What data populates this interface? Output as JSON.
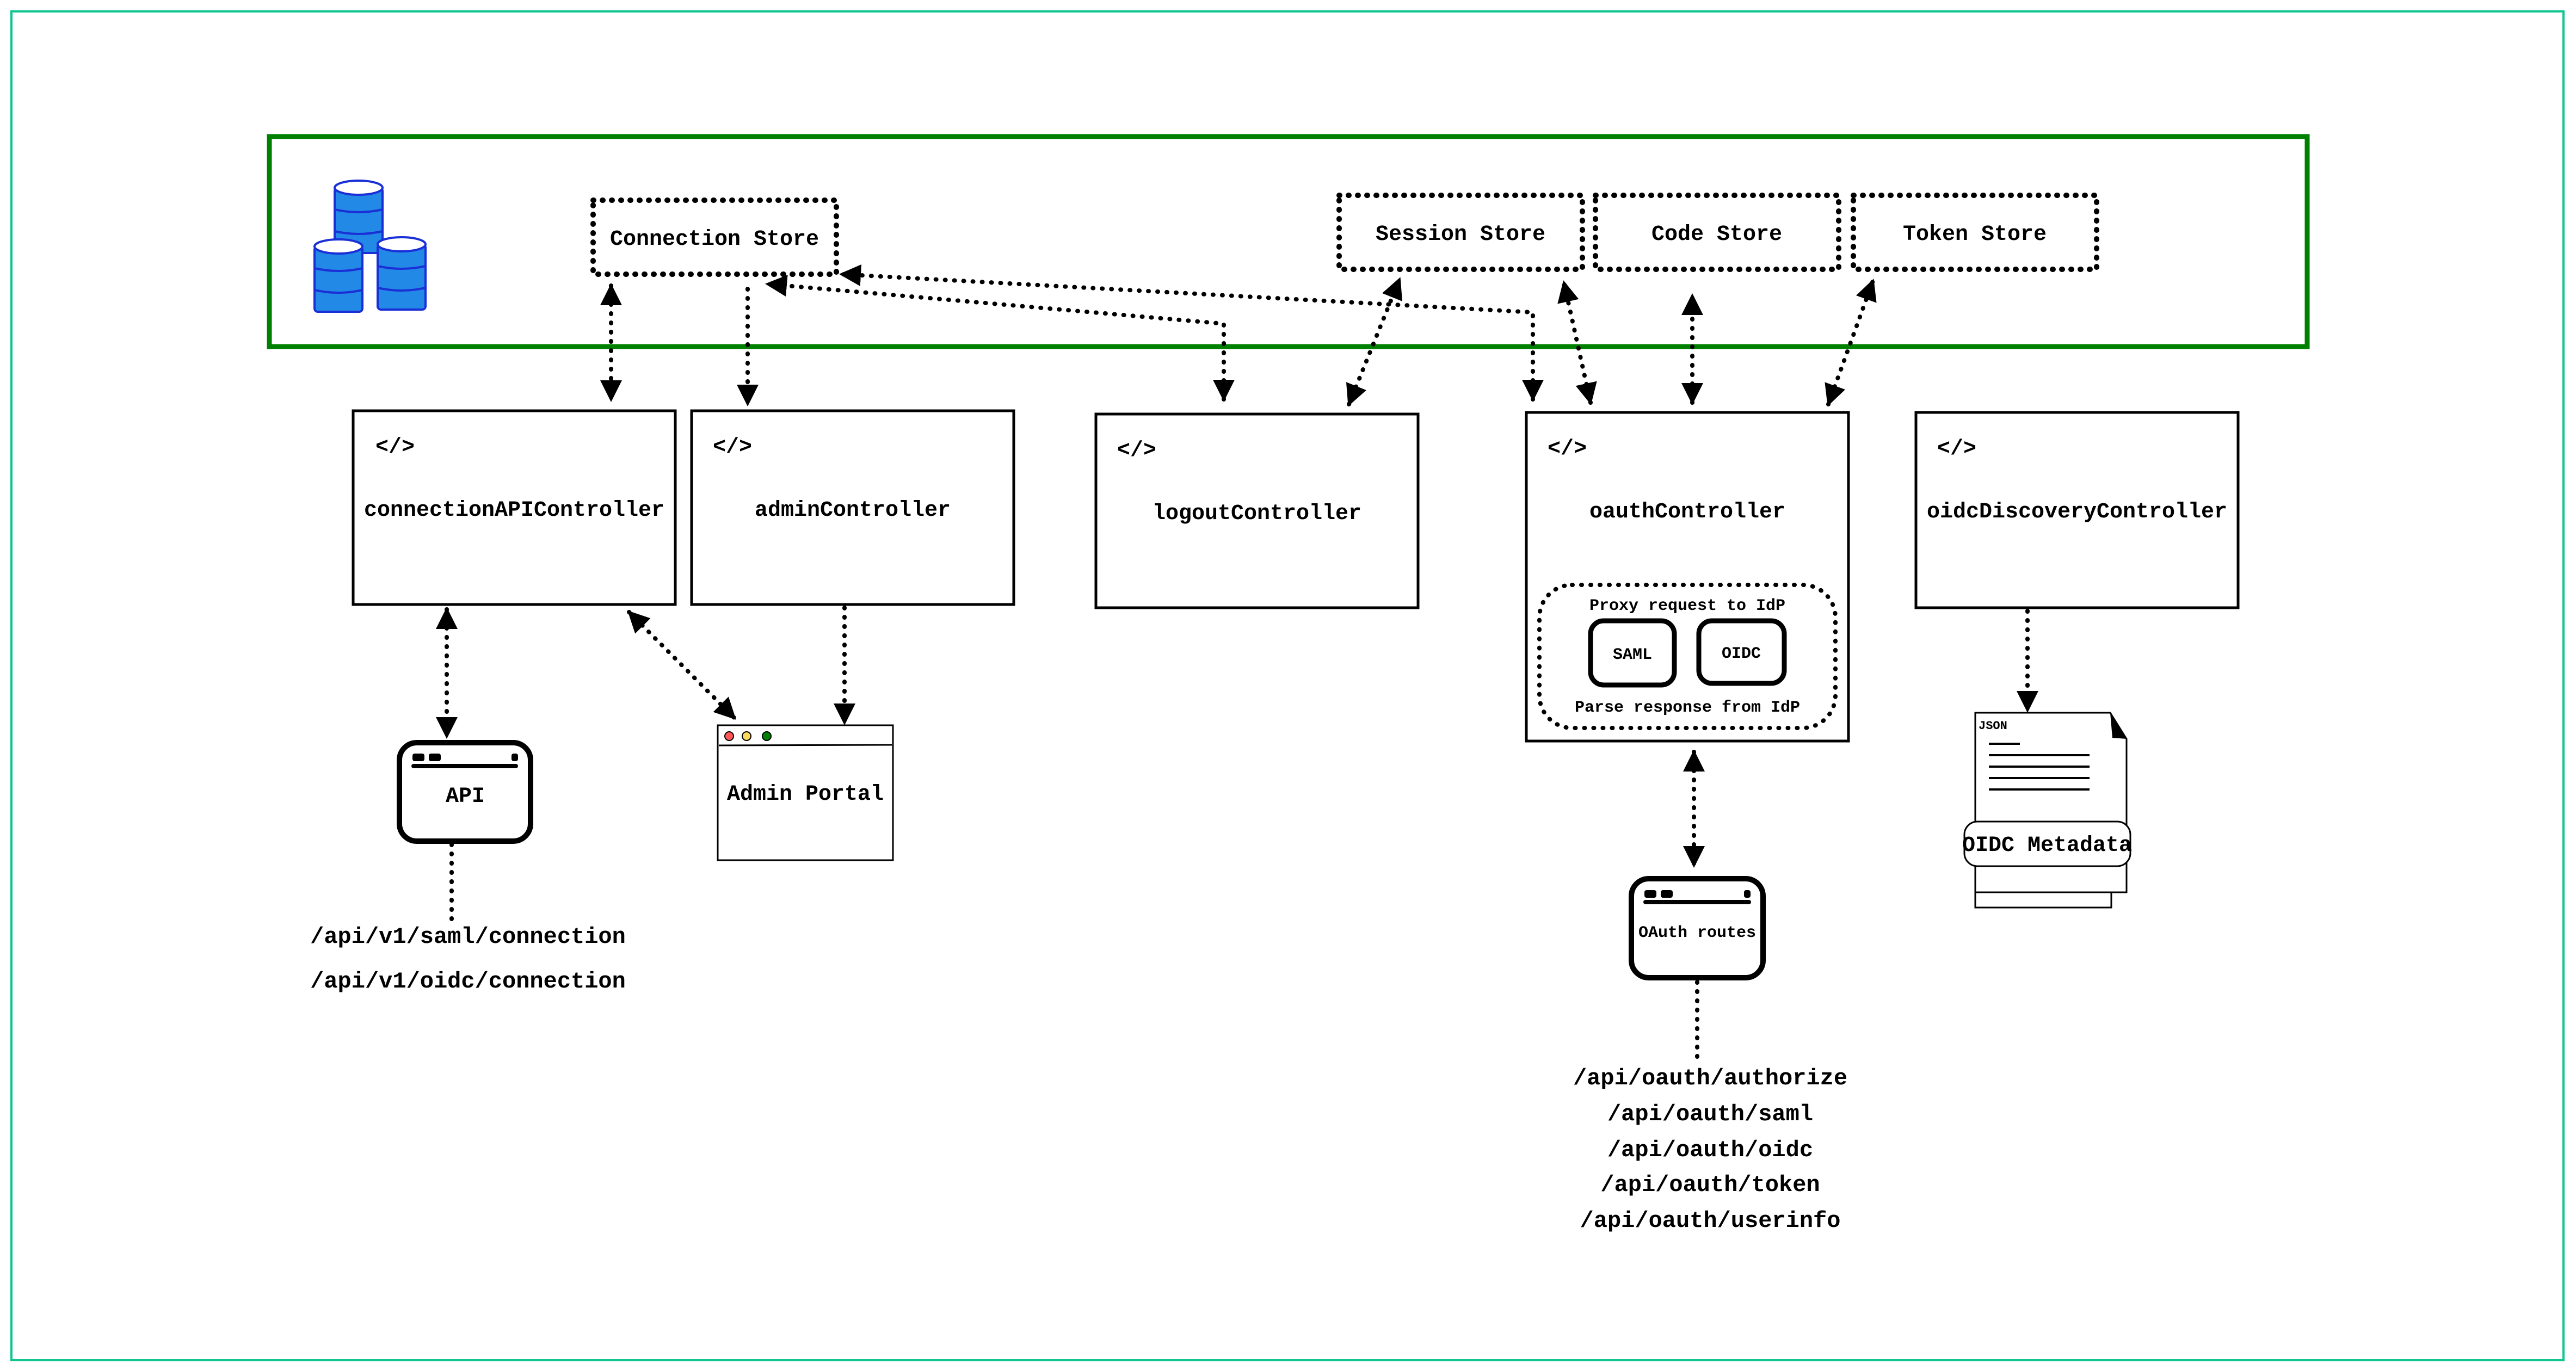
{
  "colors": {
    "frame": "#12c48f",
    "storage_border": "#008000",
    "database_icon": "#2389e6",
    "window_red": "#ff5757",
    "window_yellow": "#f9d95e",
    "window_green": "#008000"
  },
  "storage": {
    "icon": "database-icon",
    "stores": [
      "Connection Store",
      "Session Store",
      "Code Store",
      "Token Store"
    ]
  },
  "controllers": {
    "icon": "code-icon",
    "connection_api": "connectionAPIController",
    "admin": "adminController",
    "logout": "logoutController",
    "oauth": "oauthController",
    "oidc_discovery": "oidcDiscoveryController"
  },
  "oauth_inner": {
    "proxy": "Proxy request to IdP",
    "saml": "SAML",
    "oidc": "OIDC",
    "parse": "Parse response from IdP"
  },
  "clients": {
    "api": "API",
    "admin_portal": "Admin Portal",
    "oauth_routes": "OAuth routes",
    "json_label": "JSON",
    "oidc_metadata": "OIDC Metadata"
  },
  "api_routes": [
    "/api/v1/saml/connection",
    "/api/v1/oidc/connection"
  ],
  "oauth_routes": [
    "/api/oauth/authorize",
    "/api/oauth/saml",
    "/api/oauth/oidc",
    "/api/oauth/token",
    "/api/oauth/userinfo"
  ]
}
